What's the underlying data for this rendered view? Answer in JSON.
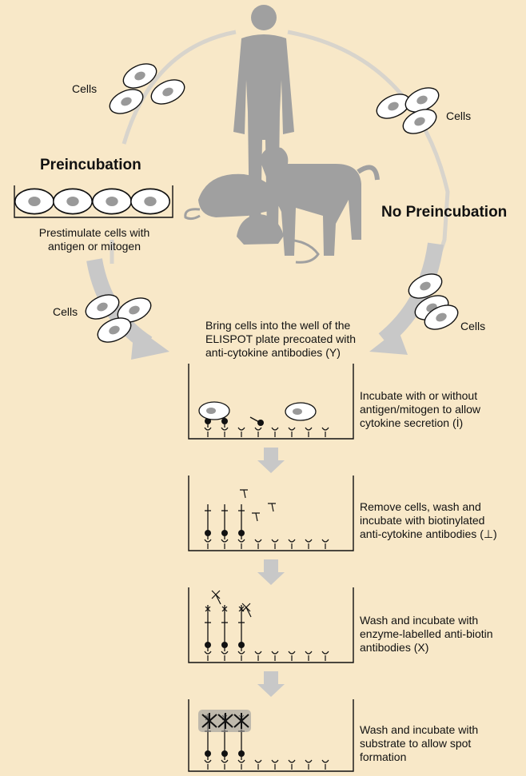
{
  "headings": {
    "preincubation": "Preincubation",
    "no_preincubation": "No Preincubation"
  },
  "labels": {
    "cells_top_left": "Cells",
    "cells_top_right": "Cells",
    "cells_mid_left": "Cells",
    "cells_mid_right": "Cells",
    "prestimulate": [
      "Prestimulate cells with",
      "antigen or mitogen"
    ]
  },
  "steps": [
    {
      "lines": [
        "Bring cells into the well of the",
        "ELISPOT plate precoated with",
        "anti-cytokine antibodies"
      ],
      "symbol": "(Y)"
    },
    {
      "lines": [
        "Incubate with or without",
        "antigen/mitogen to allow",
        "cytokine secretion"
      ],
      "symbol": "(İ)"
    },
    {
      "lines": [
        "Remove cells, wash and",
        "incubate with biotinylated",
        "anti-cytokine antibodies"
      ],
      "symbol": "(⊥)"
    },
    {
      "lines": [
        "Wash and incubate with",
        "enzyme-labelled anti-biotin",
        "antibodies"
      ],
      "symbol": "(X)"
    },
    {
      "lines": [
        "Wash and incubate with",
        "substrate to allow spot",
        "formation"
      ],
      "symbol": ""
    }
  ],
  "colors": {
    "background": "#f8e8c8",
    "silhouette": "#a0a0a0",
    "arrow": "#c8c8c8",
    "cell_nucleus": "#999999"
  }
}
